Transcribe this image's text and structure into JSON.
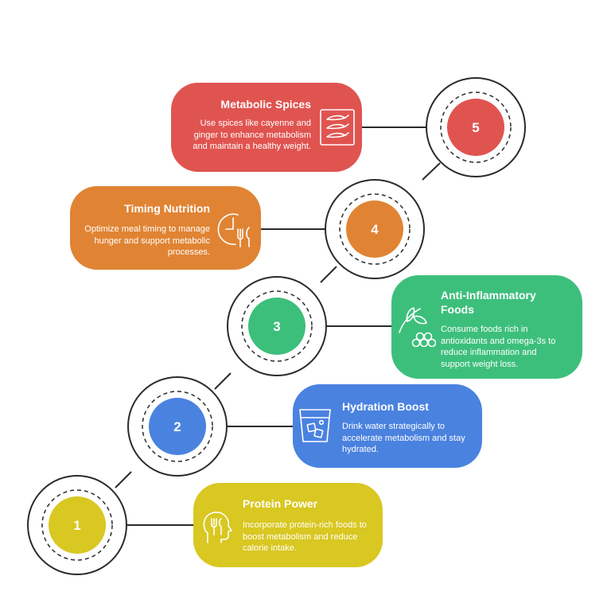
{
  "steps": [
    {
      "number": "1",
      "title": "Protein Power",
      "description": "Incorporate protein-rich foods to boost metabolism and reduce calorie intake.",
      "color": "#d9c722",
      "icon": "head-fork-icon"
    },
    {
      "number": "2",
      "title": "Hydration Boost",
      "description": "Drink water strategically to accelerate metabolism and stay hydrated.",
      "color": "#4a82e0",
      "icon": "water-glass-icon"
    },
    {
      "number": "3",
      "title": "Anti-Inflammatory Foods",
      "description": "Consume foods rich in antioxidants and omega-3s to reduce inflammation and support weight loss.",
      "color": "#3dbf7c",
      "icon": "leaf-berries-icon"
    },
    {
      "number": "4",
      "title": "Timing Nutrition",
      "description": "Optimize meal timing to manage hunger and support metabolic processes.",
      "color": "#e08434",
      "icon": "clock-utensils-icon"
    },
    {
      "number": "5",
      "title": "Metabolic Spices",
      "description": "Use spices like cayenne and ginger to enhance metabolism and maintain a healthy weight.",
      "color": "#e05450",
      "icon": "chili-peppers-icon"
    }
  ],
  "line_color": "#2b2b2b"
}
